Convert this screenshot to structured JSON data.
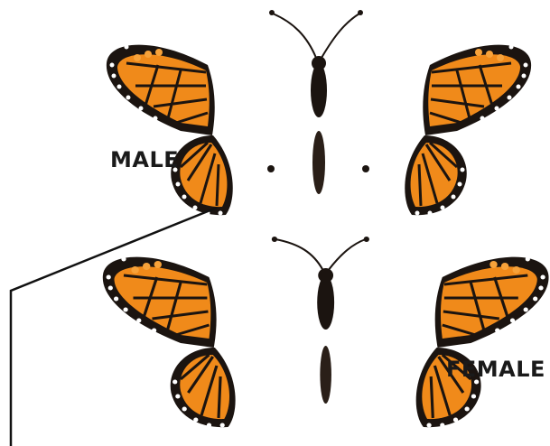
{
  "labels": {
    "male": "MALE",
    "female": "FEMALE"
  },
  "colors": {
    "wing_orange": "#f08a1a",
    "wing_orange_light": "#f7a23a",
    "vein_black": "#1b1410",
    "spot_white": "#ffffff",
    "ring_white": "#ffffff",
    "pointer_line": "#111111"
  },
  "highlights": {
    "male_scent_spots": 2
  }
}
